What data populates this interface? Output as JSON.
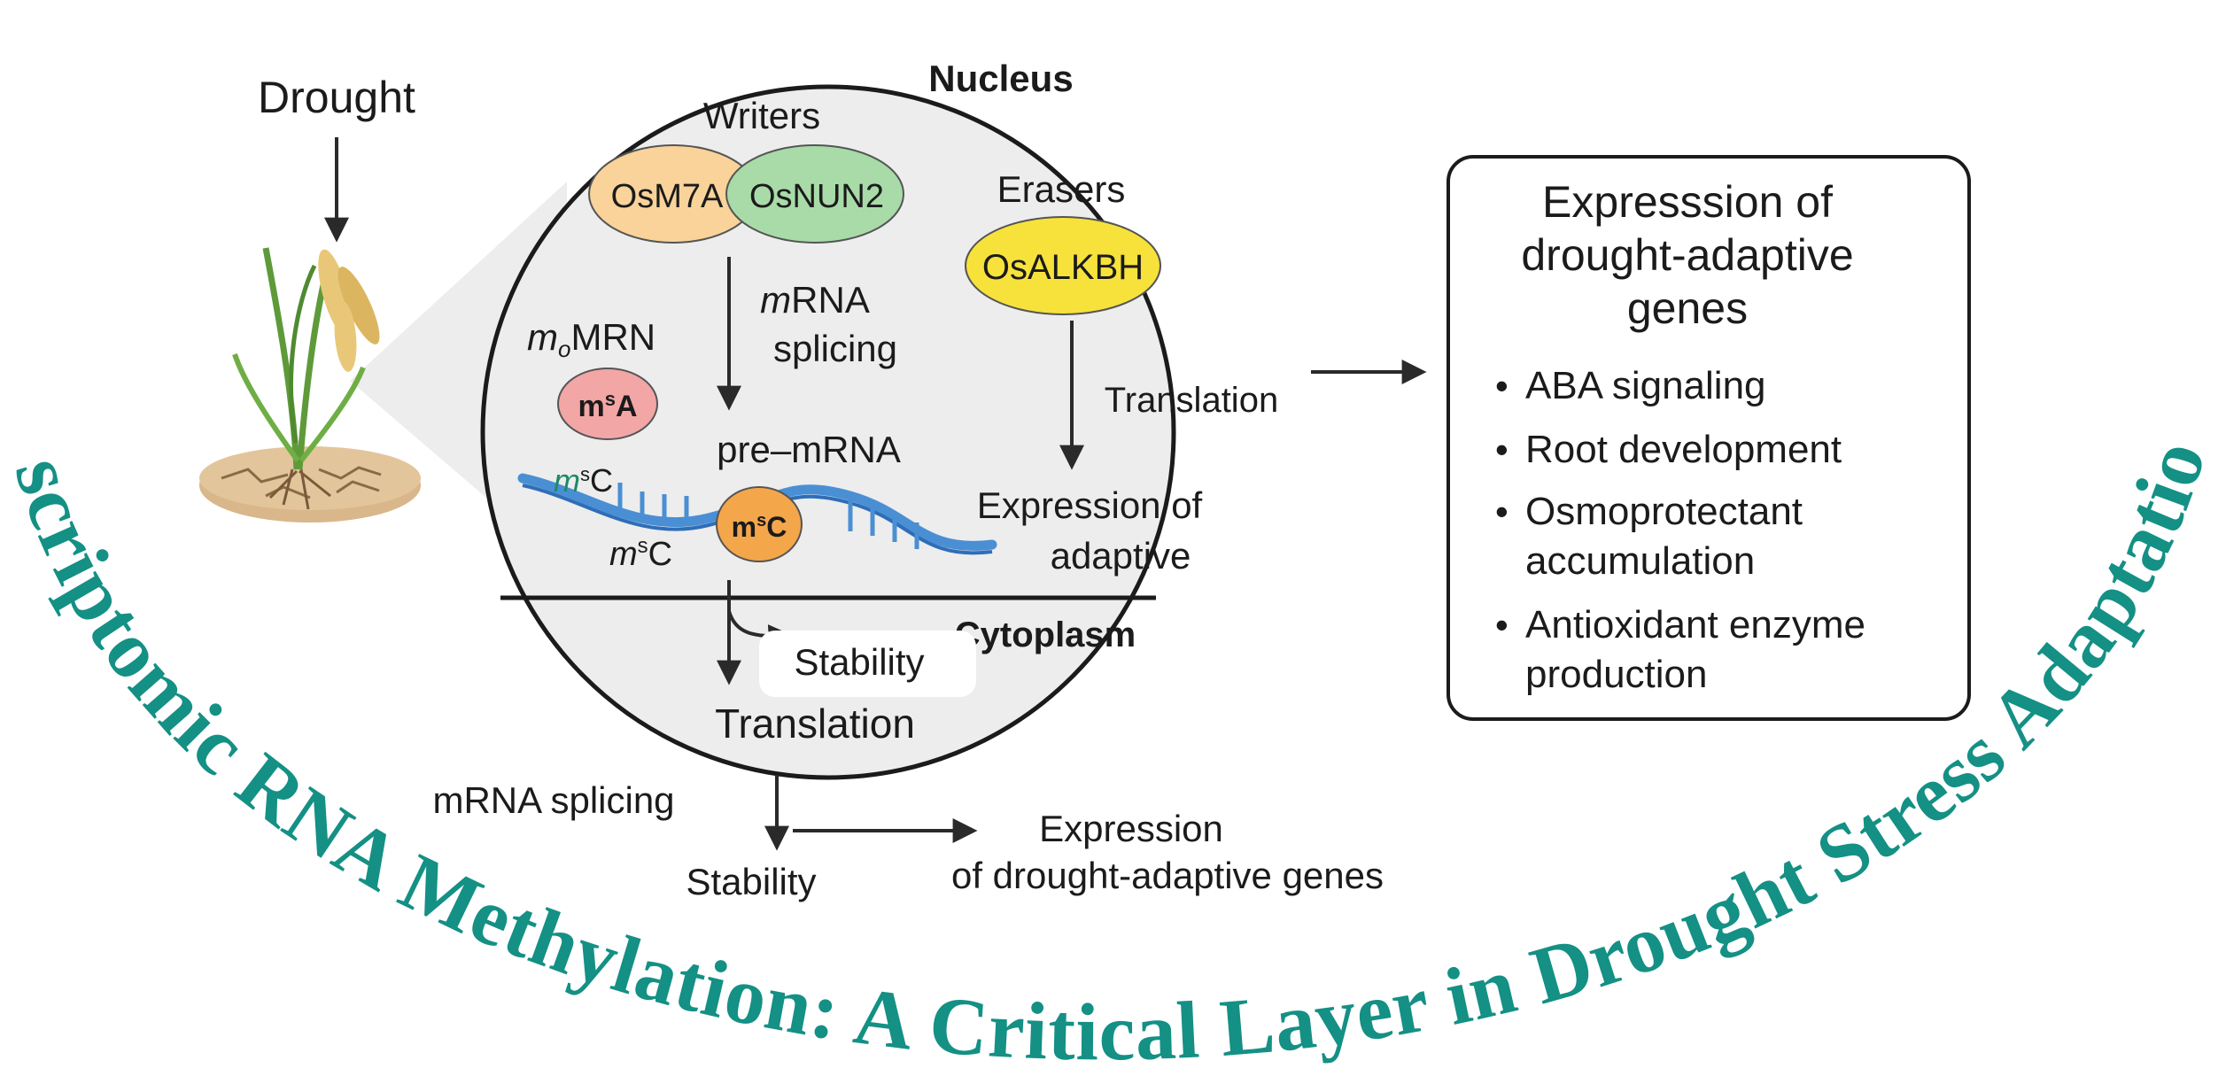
{
  "colors": {
    "arc_title": "#149085",
    "nucleus_bg": "#ededed",
    "writer1": "#f9d39a",
    "writer2": "#a8dba8",
    "eraser": "#f7e23c",
    "m6a": "#f3a6a6",
    "m5c": "#f4a64a",
    "rna": "#4a8fd4"
  },
  "labels": {
    "drought": "Drought",
    "nucleus": "Nucleus",
    "cytoplasm": "Cytoplasm",
    "writers": "Writers",
    "writer1": "OsM7A",
    "writer2": "OsNUN2",
    "erasers": "Erasers",
    "eraser1": "OsALKBH",
    "mrna_italic": "m",
    "mrna_rest": "RNA",
    "splicing": "splicing",
    "mrn_m": "m",
    "mrn_sub": "o",
    "mrn_rest": "MRN",
    "m6a_m": "m",
    "m6a_sup": "s",
    "m6a_base": "A",
    "translation_right": "Translation",
    "premrna": "pre–mRNA",
    "m5c_a_m": "m",
    "m5c_a_sup": "s",
    "m5c_a_base": "C",
    "m5c_b_m": "m",
    "m5c_b_sup": "s",
    "m5c_b_base": "C",
    "m5c_c_m": "m",
    "m5c_c_sup": "s",
    "m5c_c_base": "C",
    "expr_adaptive_1": "Expression of",
    "expr_adaptive_2": "adaptive",
    "stability_in": "Stability",
    "translation_in": "Translation",
    "mrna_splicing_out": "mRNA splicing",
    "stability_out": "Stability",
    "expr_out_1": "Expression",
    "expr_out_2": "of drought-adaptive genes"
  },
  "box": {
    "title_lines": [
      "Expresssion of",
      "drought-adaptive",
      "genes"
    ],
    "bullet": "•",
    "items": [
      "ABA signaling",
      "Root development",
      "Osmoprotectant",
      "accumulation",
      "Antioxidant enzyme",
      "production"
    ]
  },
  "arc_title": "Epi-transcriptomic RNA Methylation: A Critical Layer in Drought Stress Adaptation of Rice",
  "icons": [
    "rice-plant-icon",
    "soil-icon",
    "rna-strand-icon"
  ]
}
